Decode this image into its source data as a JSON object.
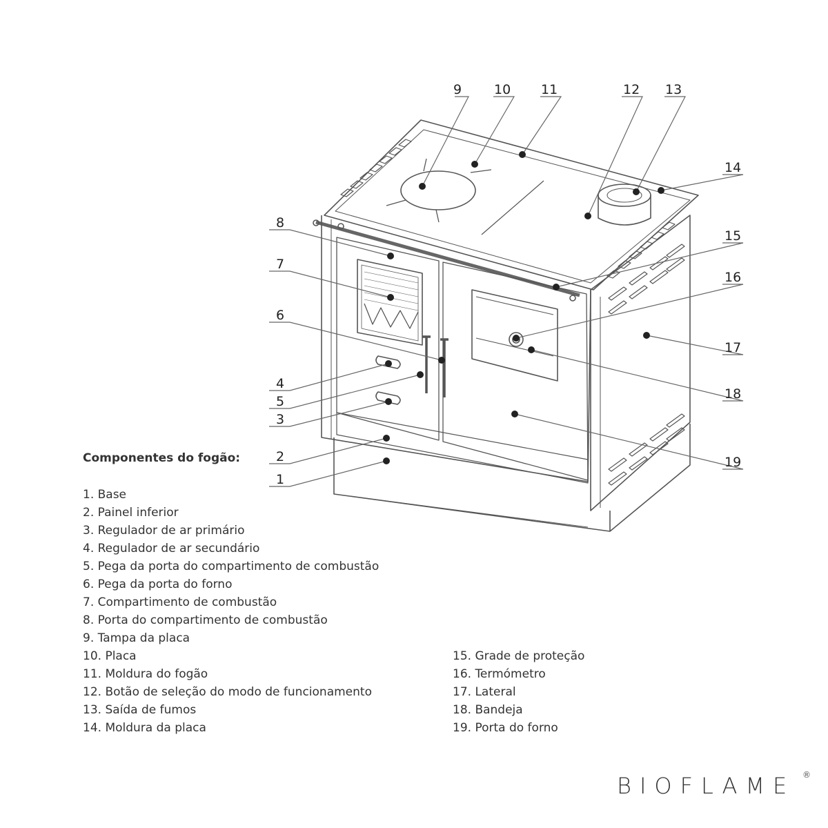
{
  "title": "Componentes do fogão:",
  "callouts": [
    "1",
    "2",
    "3",
    "4",
    "5",
    "6",
    "7",
    "8",
    "9",
    "10",
    "11",
    "12",
    "13",
    "14",
    "15",
    "16",
    "17",
    "18",
    "19"
  ],
  "legend_left": [
    "1. Base",
    "2. Painel inferior",
    "3. Regulador de ar primário",
    "4. Regulador de ar secundário",
    "5. Pega da porta do compartimento de combustão",
    "6. Pega da porta do forno",
    "7. Compartimento de combustão",
    "8. Porta do compartimento de combustão",
    "9. Tampa da placa",
    "10. Placa",
    "11. Moldura do fogão",
    "12. Botão de seleção do modo de funcionamento",
    "13. Saída de fumos",
    "14. Moldura da placa"
  ],
  "legend_right": [
    "15. Grade de proteção",
    "16. Termómetro",
    "17. Lateral",
    "18. Bandeja",
    "19. Porta do forno"
  ],
  "logo": {
    "text": "BIOFLAME",
    "mark": "®"
  }
}
